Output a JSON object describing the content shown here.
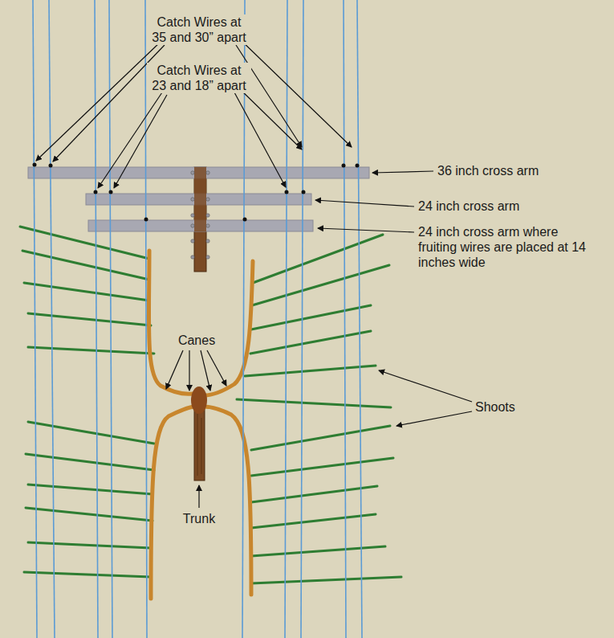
{
  "diagram": {
    "labels": [
      "Catch Wires at 35 and 30” apart",
      "Catch Wires at 23 and 18” apart",
      "36 inch cross arm",
      "24 inch cross arm",
      "24 inch cross arm where fruiting wires are placed at 14 inches wide",
      "Canes",
      "Shoots",
      "Trunk"
    ]
  }
}
